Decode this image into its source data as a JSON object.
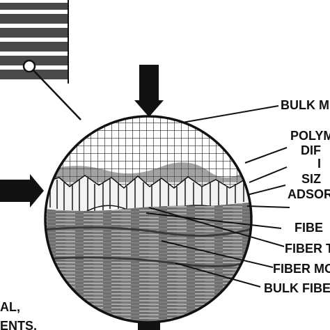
{
  "labels": {
    "bulk_matrix": "BULK M",
    "polymer": "POLYM",
    "diffusion": "DIF",
    "interphase_mark": "I",
    "sizing": "SIZ",
    "adsorption": "ADSOR",
    "fiber_surface": "FIBE",
    "fiber_transition": "FIBER T",
    "fiber_morphology": "FIBER MO",
    "bulk_fiber": "BULK FIBE",
    "left_text_1": "AL,",
    "left_text_2": "ENTS,"
  },
  "colors": {
    "ink": "#111111",
    "background": "#ffffff",
    "stripe_dark": "#4a4a4a",
    "matrix_grid": "#2a2a2a",
    "fiber_zone": "#6e6e6e"
  }
}
